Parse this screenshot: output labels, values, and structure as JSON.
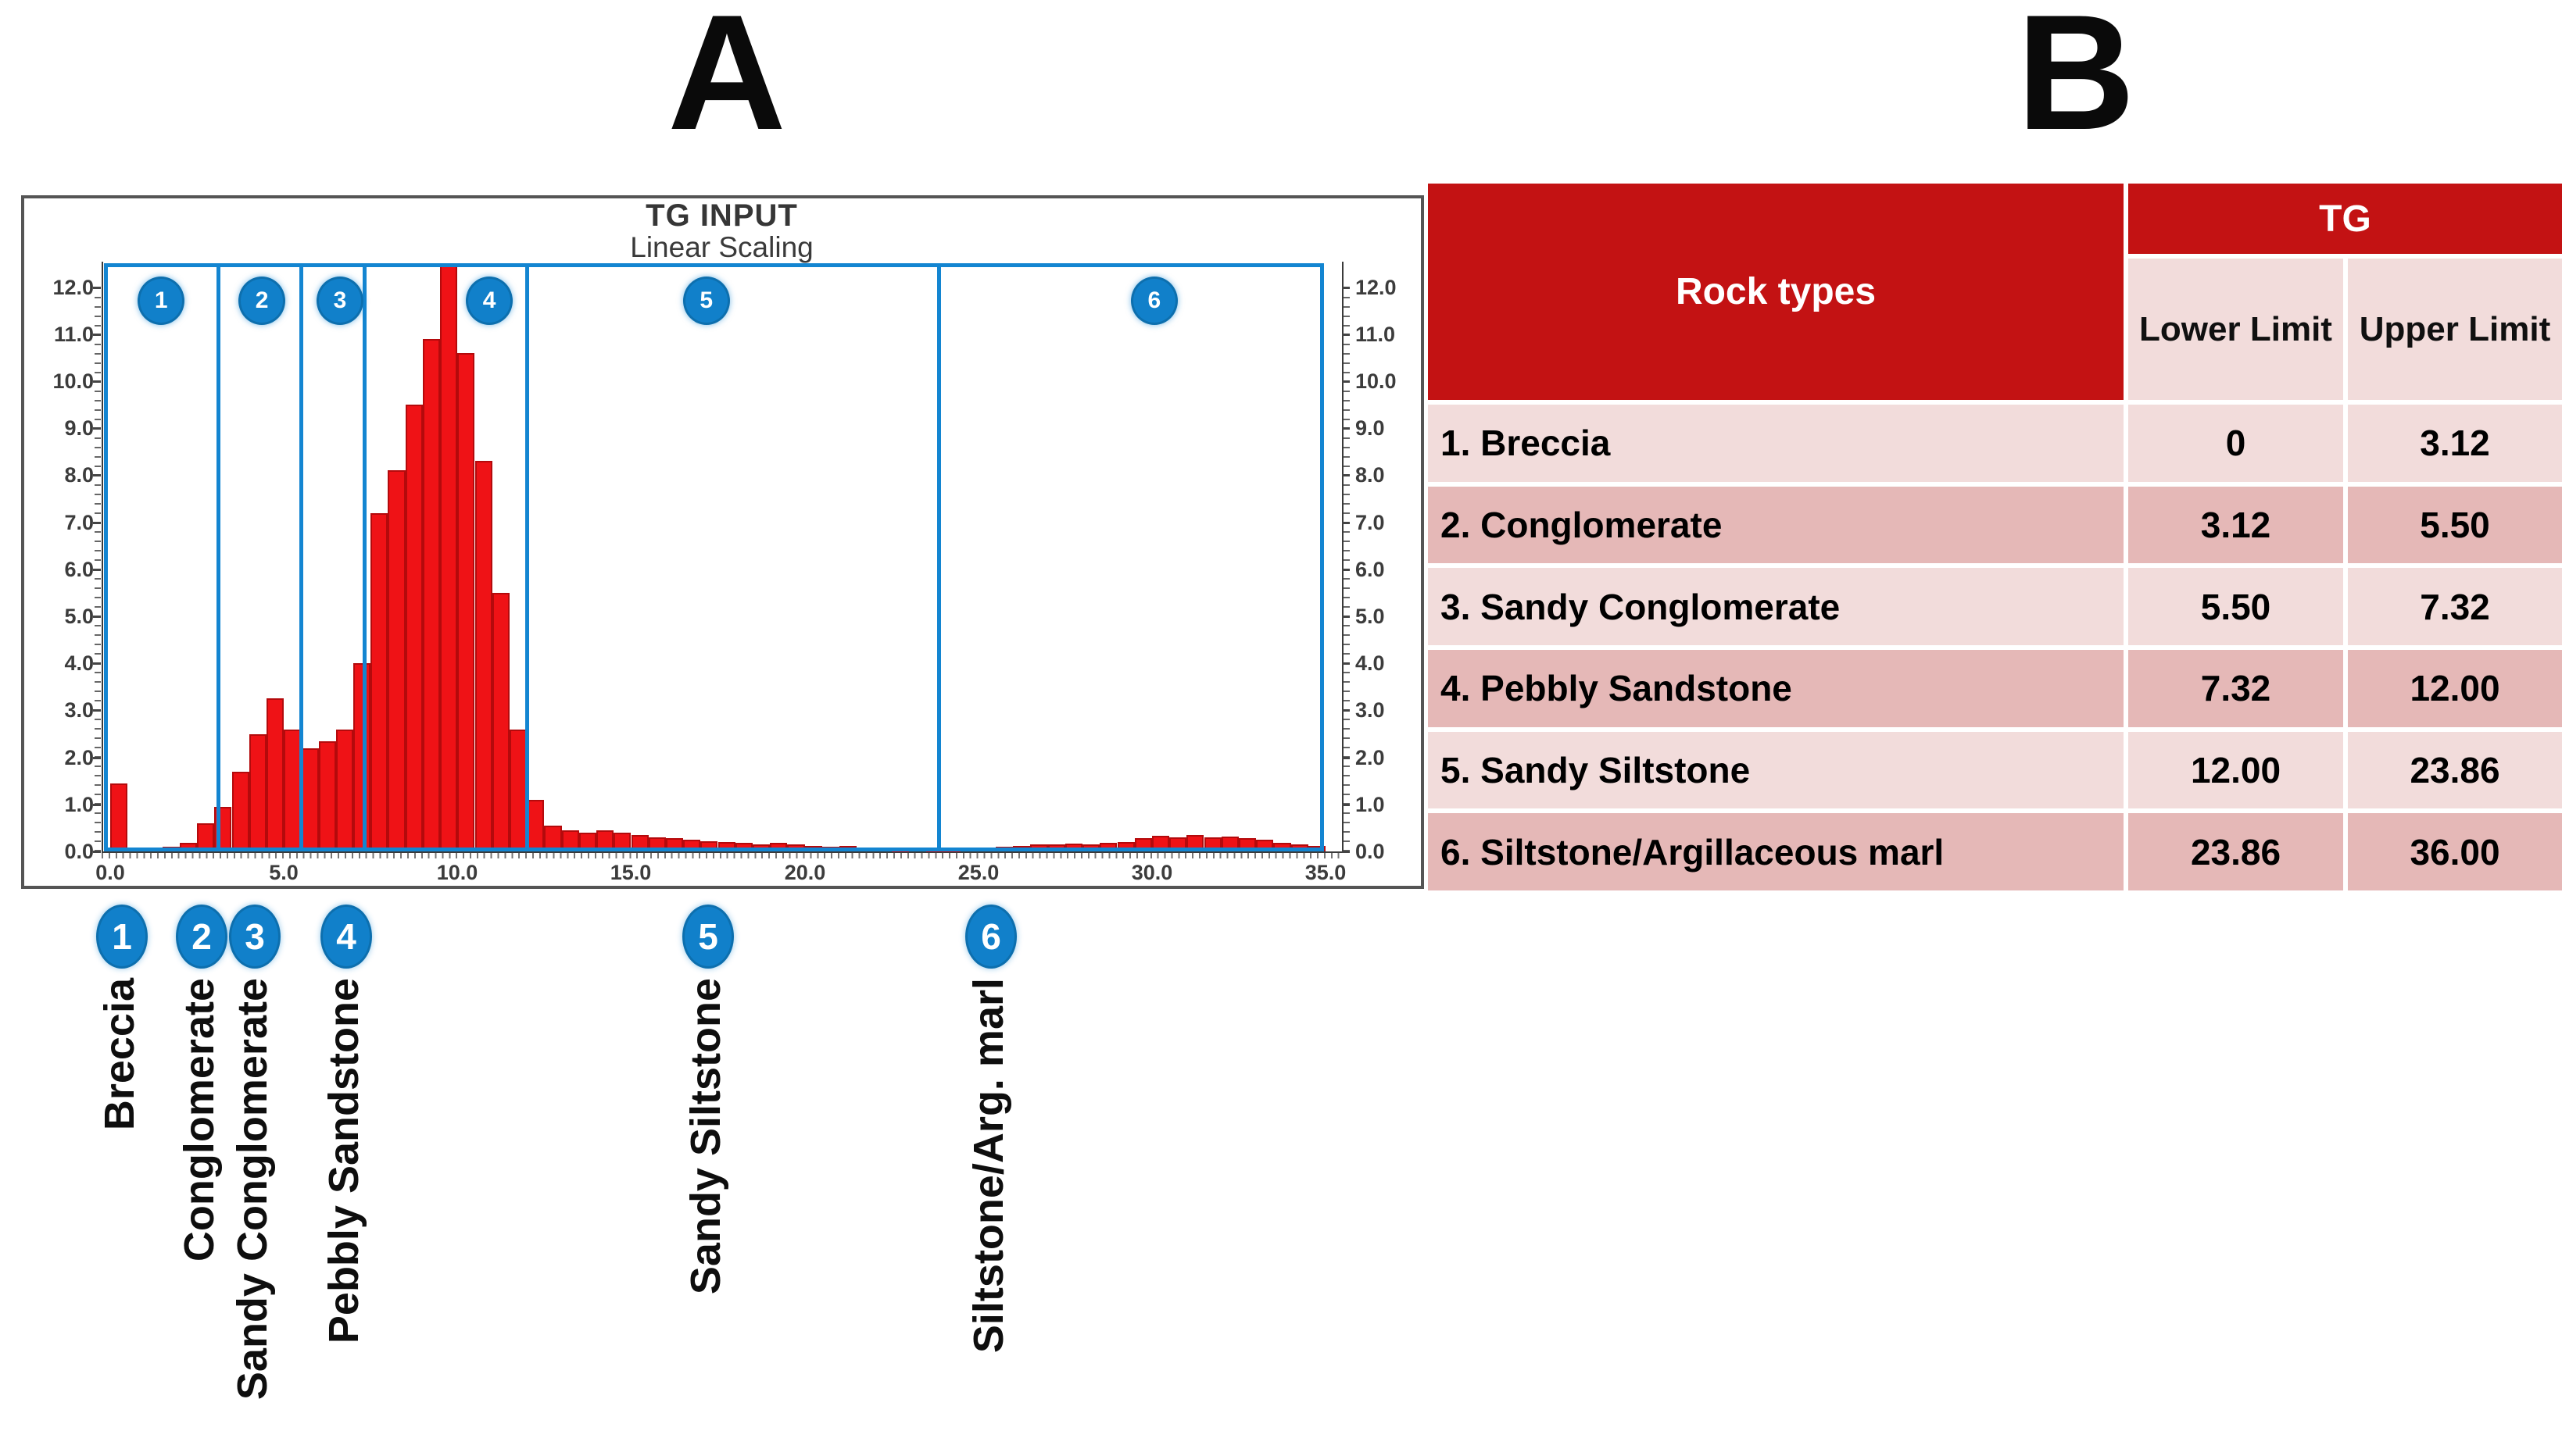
{
  "panel_a_label": "A",
  "panel_b_label": "B",
  "chart": {
    "title": "TG INPUT",
    "subtitle": "Linear Scaling"
  },
  "chart_data": {
    "type": "bar",
    "title": "TG INPUT",
    "subtitle": "Linear Scaling",
    "xlabel": "",
    "ylabel": "",
    "xlim": [
      0,
      35.5
    ],
    "ylim": [
      0,
      12.4
    ],
    "x_tick_step": 5,
    "x_tick_max": 35,
    "y_tick_step": 1,
    "y_tick_max": 12,
    "tick_decimals": 1,
    "grid": false,
    "legend": "none",
    "bin_start": 0,
    "bin_width": 0.5,
    "values": [
      1.45,
      0.06,
      0.06,
      0.1,
      0.18,
      0.6,
      0.95,
      1.7,
      2.5,
      3.25,
      2.6,
      2.2,
      2.35,
      2.6,
      4.0,
      7.2,
      8.1,
      9.5,
      10.9,
      12.5,
      10.6,
      8.3,
      5.5,
      2.6,
      1.1,
      0.55,
      0.45,
      0.4,
      0.45,
      0.4,
      0.35,
      0.3,
      0.28,
      0.25,
      0.22,
      0.2,
      0.18,
      0.15,
      0.18,
      0.15,
      0.12,
      0.1,
      0.12,
      0.08,
      0.06,
      0.05,
      0.06,
      0.05,
      0.05,
      0.06,
      0.08,
      0.1,
      0.12,
      0.15,
      0.15,
      0.16,
      0.15,
      0.18,
      0.2,
      0.28,
      0.33,
      0.3,
      0.35,
      0.3,
      0.32,
      0.28,
      0.25,
      0.18,
      0.15,
      0.12
    ],
    "regions": [
      {
        "id": "1",
        "label": "Breccia",
        "lower": 0,
        "upper": 3.12
      },
      {
        "id": "2",
        "label": "Conglomerate",
        "lower": 3.12,
        "upper": 5.5
      },
      {
        "id": "3",
        "label": "Sandy Conglomerate",
        "lower": 5.5,
        "upper": 7.32
      },
      {
        "id": "4",
        "label": "Pebbly Sandstone",
        "lower": 7.32,
        "upper": 12.0
      },
      {
        "id": "5",
        "label": "Sandy Siltstone",
        "lower": 12.0,
        "upper": 23.86
      },
      {
        "id": "6",
        "label": "Siltstone/Arg. marl",
        "lower": 23.86,
        "upper": 36.0
      }
    ]
  },
  "table": {
    "col_header": "Rock types",
    "group_header": "TG",
    "sub_headers": [
      "Lower Limit",
      "Upper Limit"
    ],
    "rows": [
      {
        "name": "1. Breccia",
        "lower": "0",
        "upper": "3.12"
      },
      {
        "name": "2. Conglomerate",
        "lower": "3.12",
        "upper": "5.50"
      },
      {
        "name": "3. Sandy Conglomerate",
        "lower": "5.50",
        "upper": "7.32"
      },
      {
        "name": "4. Pebbly Sandstone",
        "lower": "7.32",
        "upper": "12.00"
      },
      {
        "name": "5. Sandy Siltstone",
        "lower": "12.00",
        "upper": "23.86"
      },
      {
        "name": "6. Siltstone/Argillaceous marl",
        "lower": "23.86",
        "upper": "36.00"
      }
    ]
  },
  "colors": {
    "bar_red": "#ef1216",
    "bar_red_edge": "#b40a0c",
    "region_blue": "#1385d1",
    "table_header_red": "#c31213",
    "row_light": "#f2dcdb",
    "row_dark": "#e5b8b7",
    "axis_text": "#3c3c3c"
  }
}
